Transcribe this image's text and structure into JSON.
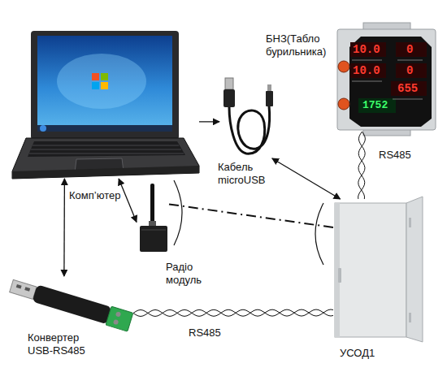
{
  "diagram": {
    "nodes": [
      {
        "text": [
          "Комп’ютер"
        ]
      },
      {
        "text": [
          "Кабель microUSB"
        ]
      },
      {
        "text": [
          "БНЗ(Табло бурильника)"
        ]
      },
      {
        "text": [
          "Радіо модуль"
        ]
      },
      {
        "text": [
          "Конвертер USB-RS485"
        ]
      },
      {
        "text": [
          "УСОД1"
        ]
      }
    ],
    "edges": [
      {
        "from": 0,
        "to": 1,
        "arrow": "to"
      },
      {
        "from": 1,
        "to": 5,
        "arrow": "both"
      },
      {
        "from": 0,
        "to": 3,
        "arrow": "both"
      },
      {
        "from": 0,
        "to": 4,
        "arrow": "both"
      },
      {
        "from": 4,
        "to": 5,
        "label": "RS485",
        "arrow": "none"
      },
      {
        "from": 2,
        "to": 5,
        "label": "RS485",
        "arrow": "none"
      },
      {
        "from": 3,
        "to": 5,
        "arrow": "none"
      }
    ],
    "labels": [
      "10.0",
      "0",
      "10.0",
      "0",
      "655",
      "1752"
    ]
  }
}
